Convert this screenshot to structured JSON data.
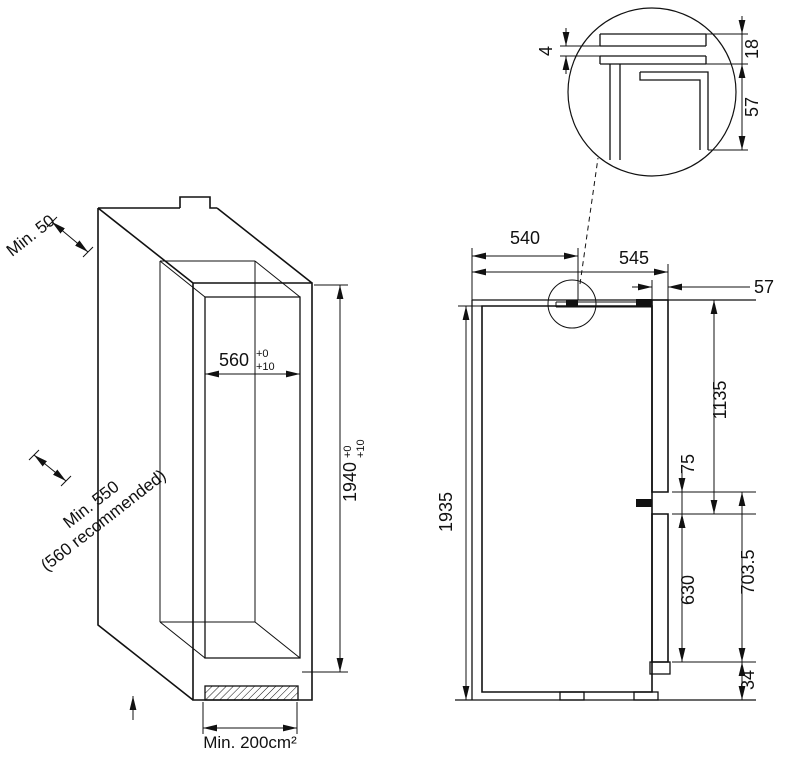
{
  "left_view": {
    "wall_clearance": "Min. 50",
    "niche_width_value": "560",
    "niche_width_tol_top": "+0",
    "niche_width_tol_bottom": "+10",
    "niche_height_value": "1940",
    "niche_height_tol_top": "+0",
    "niche_height_tol_bottom": "+10",
    "depth_line1": "Min. 550",
    "depth_line2": "(560 recommended)",
    "vent_area": "Min. 200cm²"
  },
  "right_view": {
    "niche_depth": "540",
    "appliance_depth": "545",
    "door_thickness": "57",
    "appliance_height": "1935",
    "upper_door_height": "1135",
    "door_gap": "75",
    "lower_door_height": "630",
    "lower_section": "703.5",
    "base_height": "34"
  },
  "detail_view": {
    "gap": "4",
    "rail_height": "18",
    "door_top": "57"
  }
}
